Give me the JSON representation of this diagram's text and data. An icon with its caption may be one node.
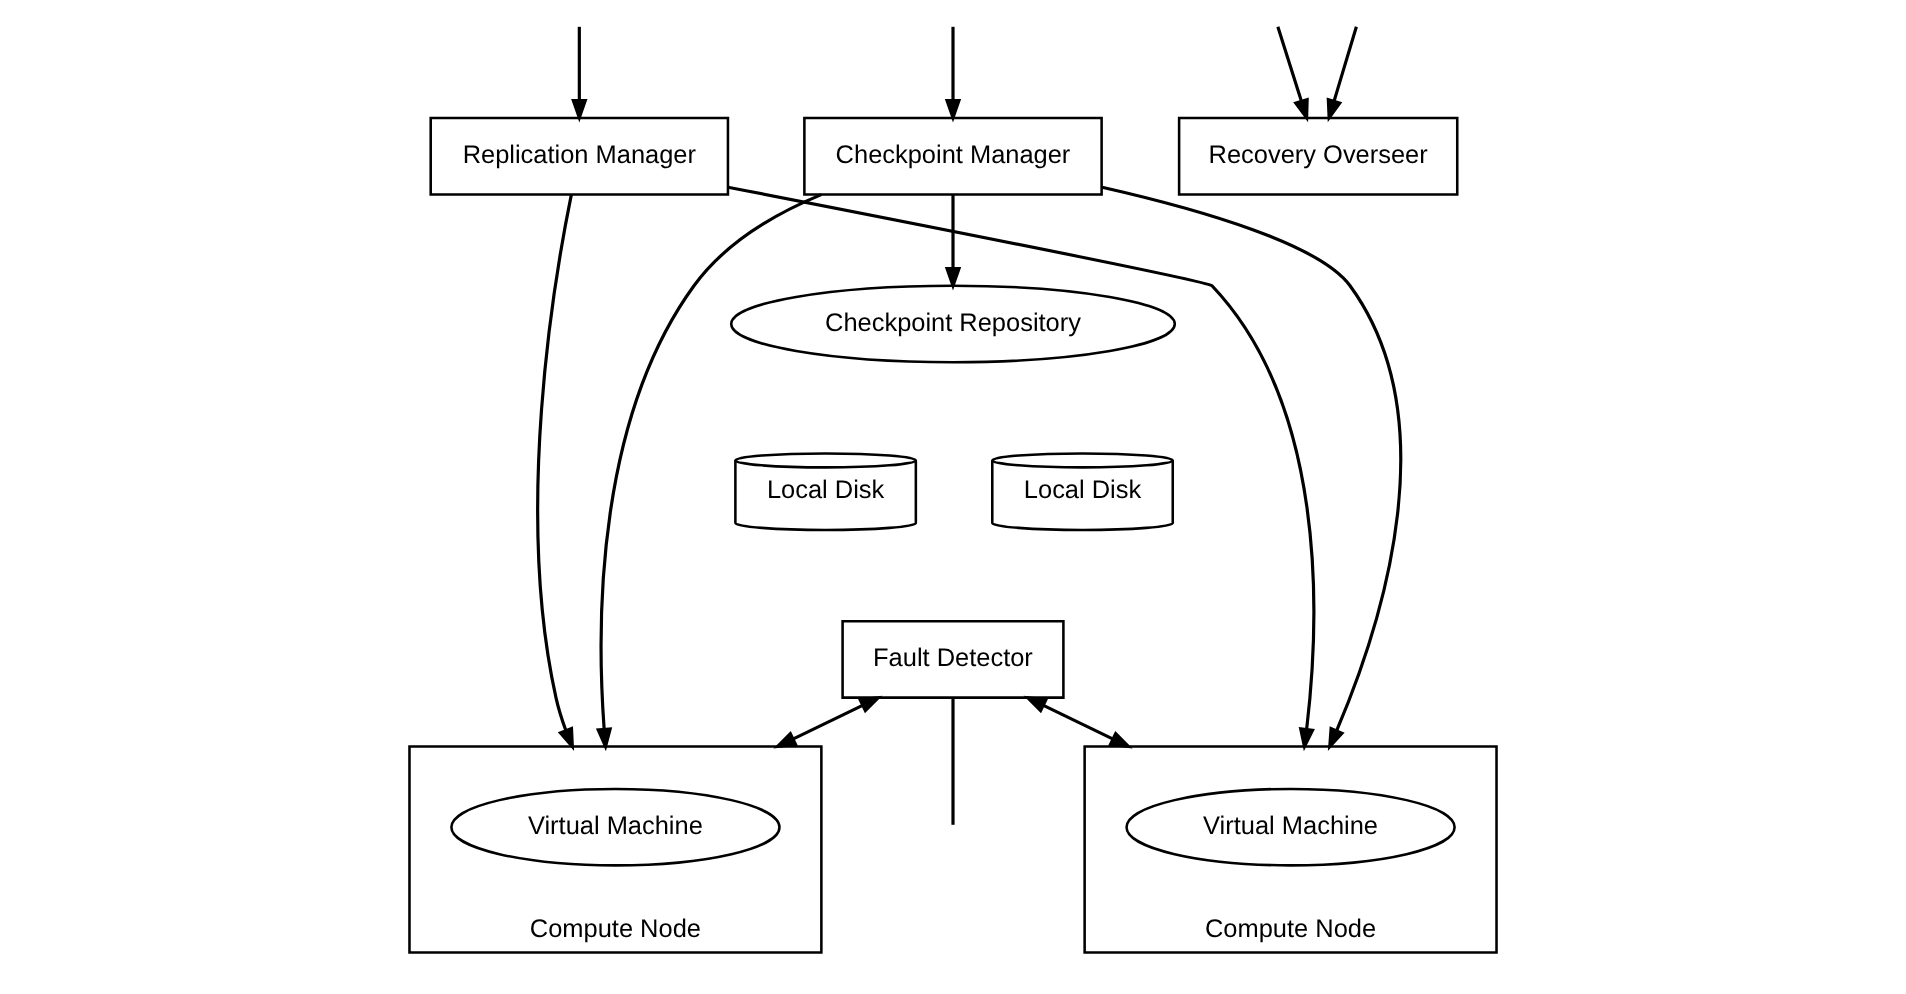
{
  "diagram": {
    "nodes": [
      {
        "text": [
          "Replication Manager"
        ]
      },
      {
        "text": [
          "Checkpoint Manager"
        ]
      },
      {
        "text": [
          "Recovery Overseer"
        ]
      },
      {
        "text": [
          "Compute Node"
        ]
      },
      {
        "text": [
          "Virtual Machine"
        ],
        "in": 3
      },
      {
        "text": [
          "Checkpoint Repository"
        ]
      },
      {
        "text": [
          "Local Disk"
        ]
      },
      {
        "text": [
          "Local Disk"
        ]
      },
      {
        "text": [
          "Compute Node"
        ]
      },
      {
        "text": [
          "Virtual Machine"
        ],
        "in": 8
      },
      {
        "text": [
          "Fault Detector"
        ]
      }
    ],
    "edges": [
      {
        "from": null,
        "to": 0,
        "arrow": "to"
      },
      {
        "from": null,
        "to": 1,
        "arrow": "to"
      },
      {
        "from": null,
        "to": 2,
        "arrow": "to"
      },
      {
        "from": null,
        "to": 2,
        "arrow": "to"
      },
      {
        "from": 0,
        "to": 3,
        "arrow": "to"
      },
      {
        "from": 0,
        "to": 8,
        "arrow": "to"
      },
      {
        "from": 1,
        "to": 3,
        "arrow": "to"
      },
      {
        "from": 1,
        "to": 5,
        "arrow": "to"
      },
      {
        "from": 1,
        "to": 8,
        "arrow": "to"
      },
      {
        "from": 10,
        "to": 3,
        "arrow": "both"
      },
      {
        "from": 10,
        "to": 8,
        "arrow": "both"
      },
      {
        "from": 10,
        "to": null,
        "arrow": "none"
      }
    ]
  }
}
